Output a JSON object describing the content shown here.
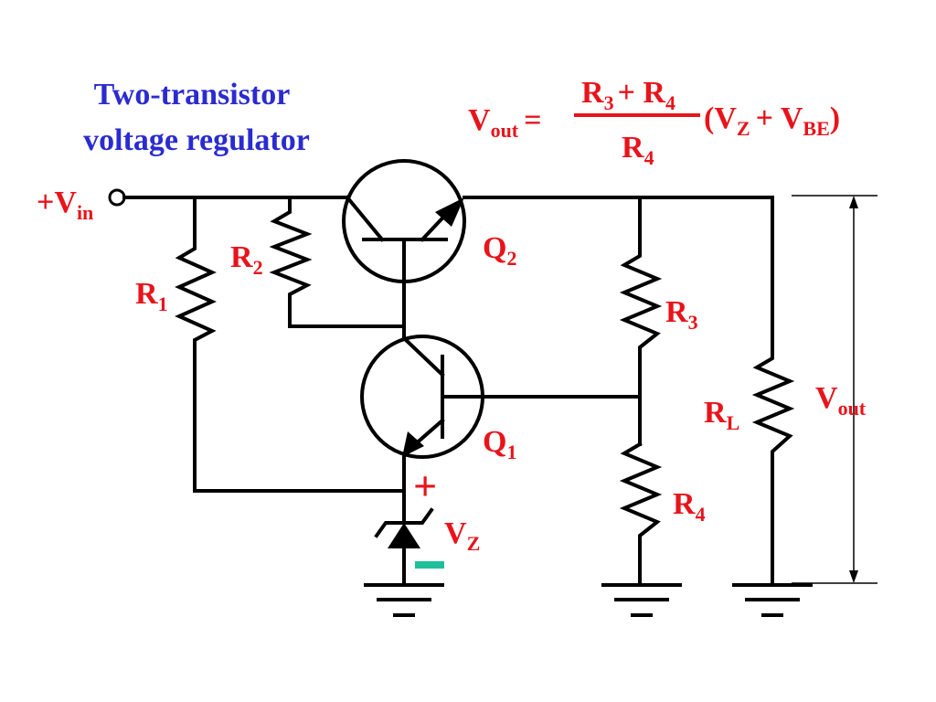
{
  "title": {
    "line1": "Two-transistor",
    "line2": "voltage regulator"
  },
  "formula": {
    "lhs_main": "V",
    "lhs_sub": "out",
    "equals": "=",
    "num_r3": "R",
    "num_r3_sub": "3",
    "num_plus": "+ R",
    "num_r4_sub": "4",
    "den_main": "R",
    "den_sub": "4",
    "rhs_open": "(V",
    "rhs_z_sub": "Z",
    "rhs_plus": "+ V",
    "rhs_be_sub": "BE",
    "rhs_close": ")"
  },
  "labels": {
    "vin_main": "+V",
    "vin_sub": "in",
    "r1_main": "R",
    "r1_sub": "1",
    "r2_main": "R",
    "r2_sub": "2",
    "r3_main": "R",
    "r3_sub": "3",
    "r4_main": "R",
    "r4_sub": "4",
    "rl_main": "R",
    "rl_sub": "L",
    "q1_main": "Q",
    "q1_sub": "1",
    "q2_main": "Q",
    "q2_sub": "2",
    "vz_main": "V",
    "vz_sub": "Z",
    "vout_main": "V",
    "vout_sub": "out",
    "plus_sign": "+",
    "minus_sign": "−"
  },
  "colors": {
    "label_red": "#e8141b",
    "title_blue": "#2b2bd1",
    "minus_green": "#1fbf9a",
    "wire": "#000000"
  }
}
